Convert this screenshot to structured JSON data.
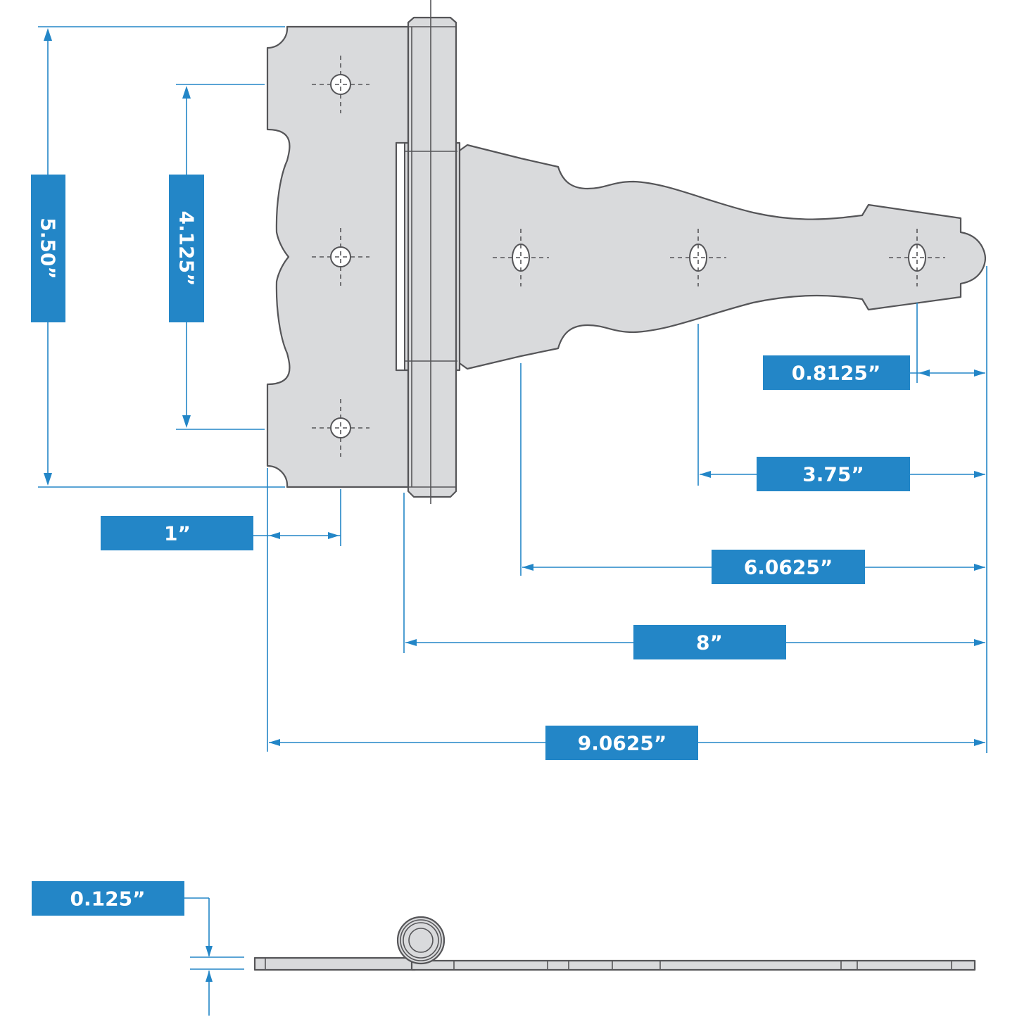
{
  "title": "T-Hinge Dimension Diagram",
  "colors": {
    "dimension_blue": "#2386c7",
    "part_fill": "#d9dadc",
    "part_outline": "#555558",
    "label_text": "#ffffff"
  },
  "dimensions": {
    "overall_height": "5.50”",
    "hole_spacing_vertical": "4.125”",
    "edge_to_hole": "1”",
    "tip_to_last_hole": "0.8125”",
    "tip_to_mid_strap": "3.75”",
    "tip_to_strap_base": "6.0625”",
    "tip_to_knuckle": "8”",
    "overall_length": "9.0625”",
    "thickness": "0.125”"
  },
  "views": {
    "top_view": "plan",
    "side_view": "profile"
  }
}
